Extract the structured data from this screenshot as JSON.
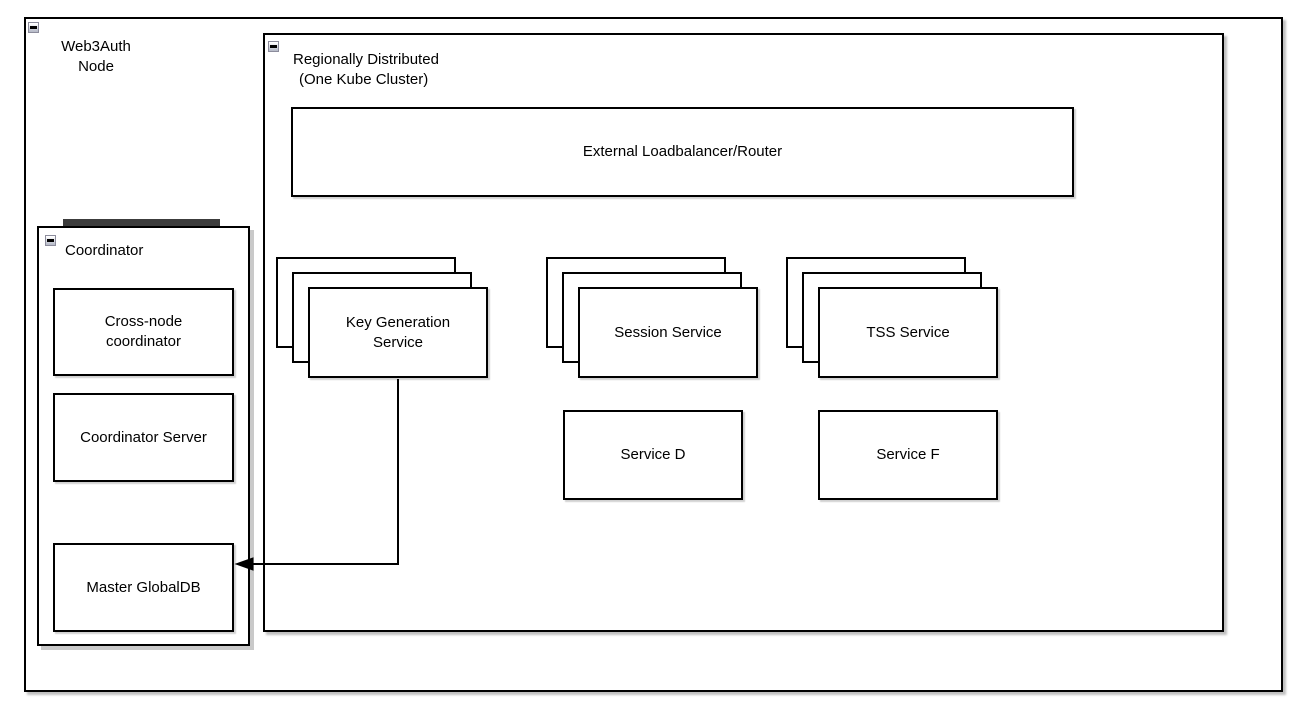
{
  "app": {
    "type": "architecture-diagram",
    "background": "#ffffff"
  },
  "colors": {
    "stroke": "#000000",
    "fill": "#ffffff",
    "container_shadow": "#c9c9c9",
    "top_bar": "#3c3c3c",
    "collapse_icon_fill": "#b9bdca"
  },
  "containers": {
    "web3auth_node": {
      "label_line1": "Web3Auth",
      "label_line2": "Node",
      "collapse_state": "expanded"
    },
    "regionally_distributed": {
      "label_line1": "Regionally Distributed",
      "label_line2": "(One Kube Cluster)",
      "collapse_state": "expanded"
    },
    "coordinator": {
      "label": "Coordinator",
      "collapse_state": "expanded"
    }
  },
  "nodes": {
    "external_loadbalancer": {
      "label": "External Loadbalancer/Router"
    },
    "key_generation_service": {
      "label_line1": "Key Generation",
      "label_line2": "Service",
      "stack_count": 3
    },
    "session_service": {
      "label": "Session Service",
      "stack_count": 3
    },
    "tss_service": {
      "label": "TSS Service",
      "stack_count": 3
    },
    "service_d": {
      "label": "Service D"
    },
    "service_f": {
      "label": "Service F"
    },
    "cross_node_coordinator": {
      "label_line1": "Cross-node",
      "label_line2": "coordinator"
    },
    "coordinator_server": {
      "label": "Coordinator Server"
    },
    "master_globaldb": {
      "label": "Master GlobalDB"
    }
  },
  "edges": [
    {
      "from": "key_generation_service",
      "to": "master_globaldb",
      "style": "orthogonal",
      "arrowhead": "filled-triangle-at-target"
    }
  ]
}
